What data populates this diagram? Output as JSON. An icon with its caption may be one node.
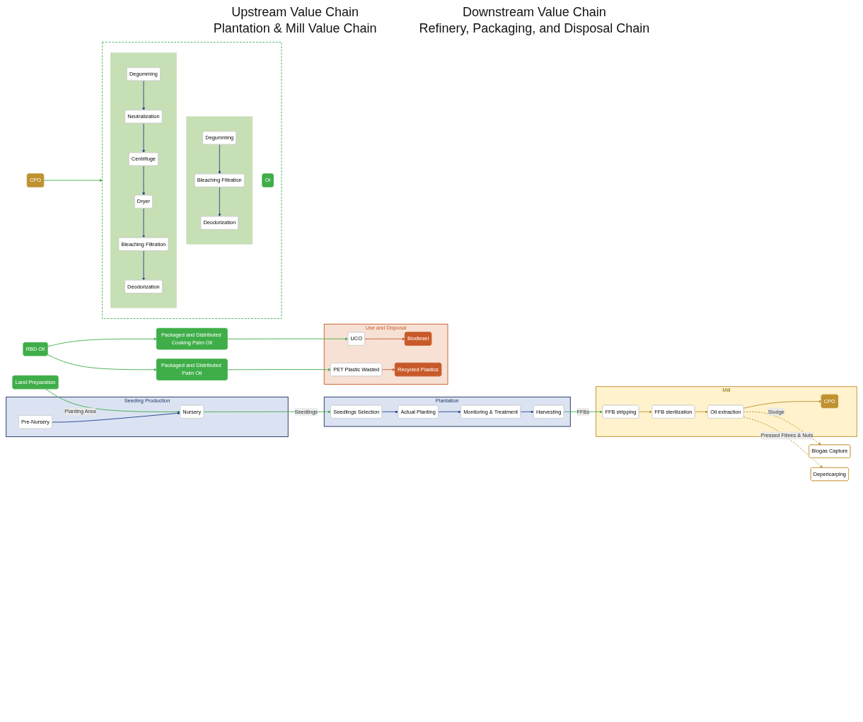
{
  "diagram": {
    "nodes": [
      {
        "text": [
          "Land Preparation"
        ]
      },
      {
        "text": [
          "Seeding Production"
        ]
      },
      {
        "text": [
          "Nursery"
        ],
        "in": 1
      },
      {
        "text": [
          "Pre-Nursery"
        ],
        "in": 1
      },
      {
        "text": [
          "Plantation"
        ]
      },
      {
        "text": [
          "Harvesting"
        ],
        "in": 4
      },
      {
        "text": [
          "Monitoring & Treatment"
        ],
        "in": 4
      },
      {
        "text": [
          "Actual Planting"
        ],
        "in": 4
      },
      {
        "text": [
          "Seedlings Selection"
        ],
        "in": 4
      },
      {
        "text": [
          "Mill"
        ]
      },
      {
        "text": [
          "CPO"
        ],
        "in": 9
      },
      {
        "text": [
          "Oil extraction"
        ],
        "in": 9
      },
      {
        "text": [
          "FFB sterilization"
        ],
        "in": 9
      },
      {
        "text": [
          "FFB stripping"
        ],
        "in": 9
      },
      {
        "text": [
          "Biogas Capture"
        ]
      },
      {
        "text": [
          "Depericarping"
        ]
      },
      {
        "text": [
          "CPO"
        ]
      },
      {
        "text": [],
        "shape": "box"
      },
      {
        "text": [],
        "shape": "box",
        "in": 17
      },
      {
        "text": [
          "Degumming"
        ],
        "in": 18
      },
      {
        "text": [
          "Bleaching Filtration"
        ],
        "in": 18
      },
      {
        "text": [
          "Deodorization"
        ],
        "in": 18
      },
      {
        "text": [
          "Or"
        ],
        "in": 17
      },
      {
        "text": [],
        "shape": "box",
        "in": 17
      },
      {
        "text": [
          "Degumming"
        ],
        "in": 23
      },
      {
        "text": [
          "Neutralization"
        ],
        "in": 23
      },
      {
        "text": [
          "Centrifuge"
        ],
        "in": 23
      },
      {
        "text": [
          "Dryer"
        ],
        "in": 23
      },
      {
        "text": [
          "Bleaching Filtration"
        ],
        "in": 23
      },
      {
        "text": [
          "Deodorization"
        ],
        "in": 23
      },
      {
        "text": [
          "Packaged and Distributed Cooking Palm Oil"
        ]
      },
      {
        "text": [
          "RBD Oil"
        ]
      },
      {
        "text": [
          "Packaged and Distributed Palm Oil"
        ]
      },
      {
        "text": [
          "Use and Disposal"
        ]
      },
      {
        "text": [
          "UCO"
        ],
        "in": 33
      },
      {
        "text": [
          "Biodiesel"
        ],
        "in": 33
      },
      {
        "text": [
          "Recycled Plastics"
        ],
        "in": 33
      },
      {
        "text": [
          "PET Plastic Wasted"
        ],
        "in": 33
      }
    ],
    "edges": [
      {
        "from": 0,
        "to": 2,
        "arrow": "to",
        "label": "Planting Area",
        "color": "#3fae49"
      },
      {
        "from": 3,
        "to": 2,
        "arrow": "to"
      },
      {
        "from": 2,
        "to": 8,
        "arrow": "to",
        "label": "Seedlings",
        "color": "#3fae49"
      },
      {
        "from": 8,
        "to": 7,
        "arrow": "to"
      },
      {
        "from": 7,
        "to": 6,
        "arrow": "to"
      },
      {
        "from": 6,
        "to": 5,
        "arrow": "to"
      },
      {
        "from": 5,
        "to": 13,
        "arrow": "to",
        "label": "FFBs",
        "color": "#3fae49"
      },
      {
        "from": 13,
        "to": 12,
        "arrow": "to",
        "color": "#bf9130"
      },
      {
        "from": 12,
        "to": 11,
        "arrow": "to",
        "color": "#bf9130"
      },
      {
        "from": 11,
        "to": 10,
        "arrow": "to",
        "color": "#bf9130"
      },
      {
        "from": 11,
        "to": 14,
        "arrow": "to",
        "label": "Sludge",
        "style": "dashed",
        "color": "#bf9130"
      },
      {
        "from": 11,
        "to": 15,
        "arrow": "to",
        "label": "Pressed Fibres & Nuts",
        "style": "dashed",
        "color": "#bf9130"
      },
      {
        "from": 16,
        "to": 17,
        "arrow": "to",
        "color": "#3fae49"
      },
      {
        "from": 19,
        "to": 20,
        "arrow": "to"
      },
      {
        "from": 20,
        "to": 21,
        "arrow": "to"
      },
      {
        "from": 24,
        "to": 25,
        "arrow": "to"
      },
      {
        "from": 25,
        "to": 26,
        "arrow": "to"
      },
      {
        "from": 26,
        "to": 27,
        "arrow": "to"
      },
      {
        "from": 27,
        "to": 28,
        "arrow": "to"
      },
      {
        "from": 28,
        "to": 29,
        "arrow": "to"
      },
      {
        "from": 31,
        "to": 30,
        "arrow": "to",
        "color": "#3fae49"
      },
      {
        "from": 31,
        "to": 32,
        "arrow": "to",
        "color": "#3fae49"
      },
      {
        "from": 30,
        "to": 34,
        "arrow": "to",
        "color": "#3fae49"
      },
      {
        "from": 32,
        "to": 37,
        "arrow": "to",
        "color": "#3fae49"
      },
      {
        "from": 34,
        "to": 35,
        "arrow": "to",
        "color": "#c85a2a"
      },
      {
        "from": 37,
        "to": 36,
        "arrow": "to",
        "color": "#c85a2a"
      }
    ],
    "labels": [
      "Upstream Value Chain",
      "Plantation & Mill Value Chain",
      "Downstream Value Chain",
      "Refinery, Packaging, and Disposal Chain"
    ]
  }
}
